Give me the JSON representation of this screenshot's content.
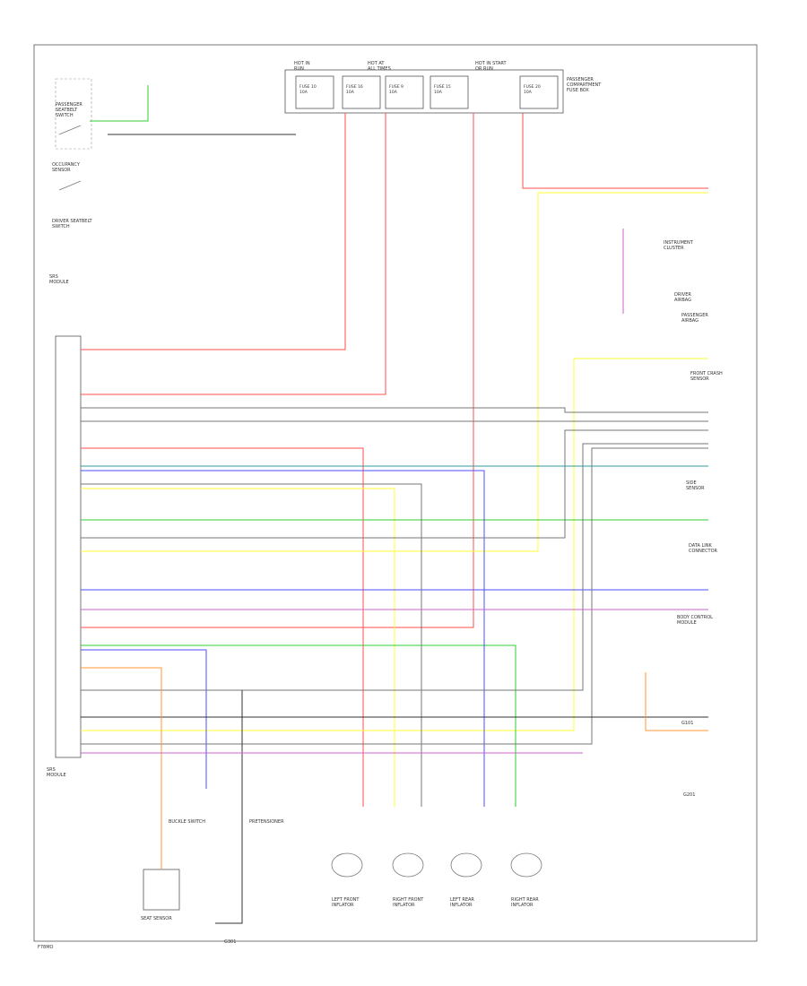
{
  "page_code": "F78MO",
  "fuse_block": {
    "fuse_labels": [
      "FUSE 10\n10A",
      "FUSE 16\n10A",
      "FUSE 9\n10A",
      "FUSE 15\n10A",
      "FUSE 20\n10A"
    ],
    "header_labels": [
      "HOT IN\nRUN",
      "HOT AT\nALL TIMES",
      "HOT IN START\nOR RUN"
    ],
    "description": "PASSENGER\nCOMPARTMENT\nFUSE BOX"
  },
  "left_components": {
    "passenger_seatbelt": "PASSENGER\nSEATBELT\nSWITCH",
    "occupancy_sensor": "OCCUPANCY\nSENSOR",
    "driver_seatbelt": "DRIVER SEATBELT\nSWITCH",
    "module": "SRS\nMODULE"
  },
  "right_components": {
    "ic": "INSTRUMENT\nCLUSTER",
    "driver_airbag": "DRIVER\nAIRBAG",
    "passenger_airbag": "PASSENGER\nAIRBAG",
    "crash_sensor_front": "FRONT CRASH\nSENSOR",
    "side_sensor": "SIDE\nSENSOR",
    "data_link": "DATA LINK\nCONNECTOR",
    "body_control": "BODY CONTROL\nMODULE",
    "ground_g1": "G101",
    "ground_g2": "G201"
  },
  "bottom_components": {
    "seat_sensor": "SEAT SENSOR",
    "buckle_sw": "BUCKLE SWITCH",
    "pretensioner": "PRETENSIONER",
    "inflator_lf": "LEFT FRONT\nINFLATOR",
    "inflator_rf": "RIGHT FRONT\nINFLATOR",
    "inflator_lr": "LEFT REAR\nINFLATOR",
    "inflator_rr": "RIGHT REAR\nINFLATOR",
    "ground_bottom": "G301"
  },
  "colors": {
    "red": "#ff4d4d",
    "yellow": "#ffff33",
    "green": "#33cc33",
    "blue": "#4d4dff",
    "grey": "#777777",
    "black": "#333333",
    "orange": "#ff9933",
    "purple": "#cc66cc",
    "teal": "#339999"
  }
}
